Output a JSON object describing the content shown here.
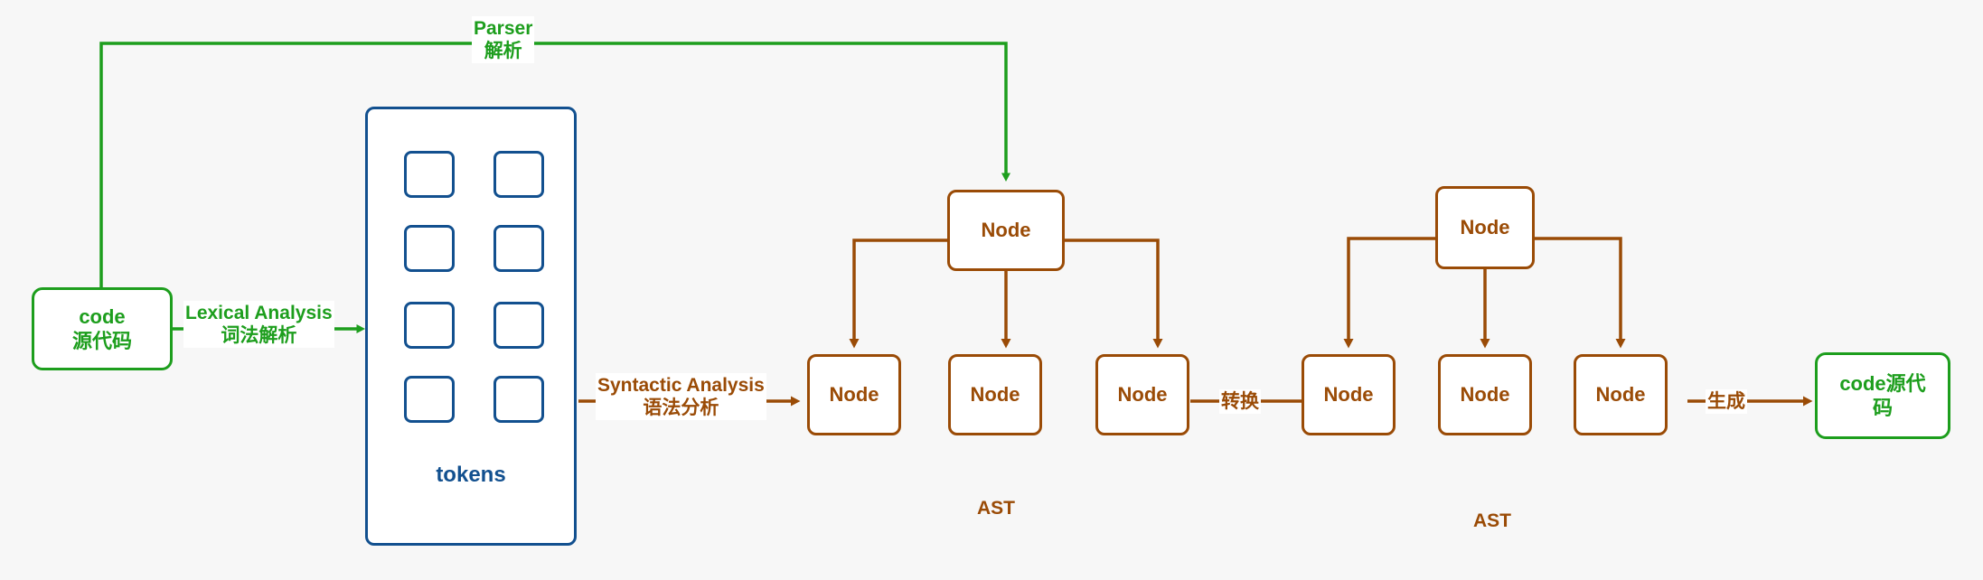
{
  "diagram": {
    "title": "Compiler pipeline diagram",
    "background_color": "#f7f7f7",
    "colors": {
      "green": "#1d9e1d",
      "blue": "#12508f",
      "brown": "#9a4b06",
      "box_fill": "#ffffff"
    }
  },
  "nodes": {
    "source_code": {
      "line1": "code",
      "line2": "源代码"
    },
    "tokens_container": {
      "label": "tokens",
      "cell_count": 8,
      "rows": 4,
      "cols": 2
    },
    "output_code": {
      "text": "code源代码"
    },
    "ast1": {
      "caption": "AST",
      "root_label": "Node",
      "children": [
        "Node",
        "Node",
        "Node"
      ]
    },
    "ast2": {
      "caption": "AST",
      "root_label": "Node",
      "children": [
        "Node",
        "Node",
        "Node"
      ]
    }
  },
  "edge_labels": {
    "parser": {
      "line1": "Parser",
      "line2": "解析"
    },
    "lexical": {
      "line1": "Lexical Analysis",
      "line2": "词法解析"
    },
    "syntactic": {
      "line1": "Syntactic Analysis",
      "line2": "语法分析"
    },
    "transform": {
      "text": "转换"
    },
    "generate": {
      "text": "生成"
    }
  }
}
